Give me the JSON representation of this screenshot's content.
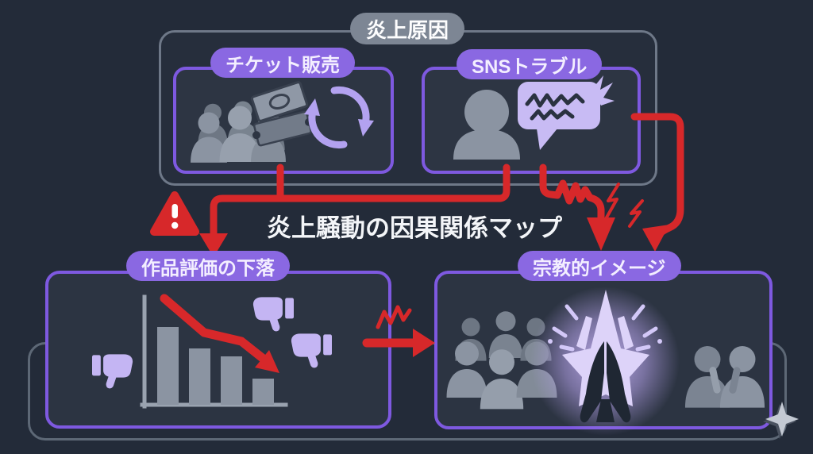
{
  "title": "炎上騒動の因果関係マップ",
  "group_label": "炎上原因",
  "nodes": {
    "ticket": {
      "label": "チケット販売"
    },
    "sns": {
      "label": "SNSトラブル"
    },
    "rating_drop": {
      "label": "作品評価の下落"
    },
    "religious": {
      "label": "宗教的イメージ"
    }
  },
  "edges": [
    {
      "from": "ticket",
      "to": "rating_drop",
      "style": "red-elbow-arrow"
    },
    {
      "from": "sns",
      "to": "rating_drop",
      "style": "red-elbow-arrow"
    },
    {
      "from": "sns",
      "to": "religious",
      "style": "red-zigzag-arrow"
    },
    {
      "from": "sns",
      "to": "religious",
      "style": "red-right-curve-arrow"
    },
    {
      "from": "rating_drop",
      "to": "religious",
      "style": "red-arrow-with-spark"
    }
  ],
  "icons": {
    "ticket_box": [
      "crowd-icon",
      "money-bills-icon",
      "ticket-stub-icon",
      "refresh-icon"
    ],
    "sns_box": [
      "user-silhouette-icon",
      "chat-bubble-scribble-icon"
    ],
    "rating_box": [
      "declining-bar-chart-icon",
      "decline-arrow-icon",
      "thumbs-down-icon x3"
    ],
    "religious_box": [
      "audience-crowd-icon",
      "glowing-star-icon",
      "praying-hands-icon",
      "talking-figures-icon"
    ],
    "decorations": [
      "warning-icon",
      "lightning-icon x2",
      "spark-zigzag-icon",
      "sparkle-icon"
    ]
  },
  "colors": {
    "background": "#232b39",
    "accent_purple": "#8a68e2",
    "border_purple": "#7e59e0",
    "light_purple": "#c4b5f3",
    "red": "#d7282a",
    "gray_pill": "#7d8694",
    "icon_gray": "#8b94a2",
    "box_fill": "#2d3543"
  }
}
